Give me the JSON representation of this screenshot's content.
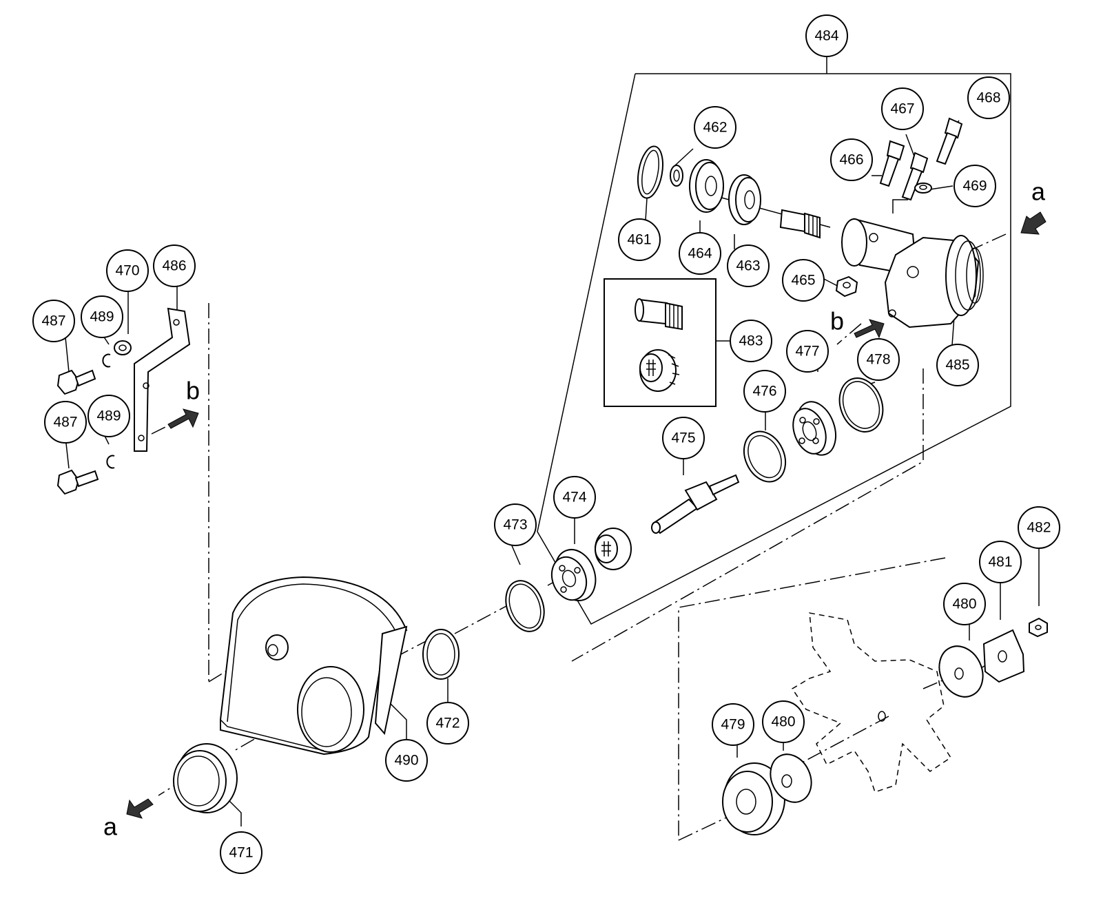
{
  "labels": {
    "p461": "461",
    "p462": "462",
    "p463": "463",
    "p464": "464",
    "p465": "465",
    "p466": "466",
    "p467": "467",
    "p468": "468",
    "p469": "469",
    "p470": "470",
    "p471": "471",
    "p472": "472",
    "p473": "473",
    "p474": "474",
    "p475": "475",
    "p476": "476",
    "p477": "477",
    "p478": "478",
    "p479": "479",
    "p480a": "480",
    "p480b": "480",
    "p481": "481",
    "p482": "482",
    "p483": "483",
    "p484": "484",
    "p485": "485",
    "p486": "486",
    "p487a": "487",
    "p487b": "487",
    "p489a": "489",
    "p489b": "489",
    "p490": "490"
  },
  "markers": {
    "a_top": "a",
    "b_mid": "b",
    "b_left": "b",
    "a_bottom": "a"
  }
}
